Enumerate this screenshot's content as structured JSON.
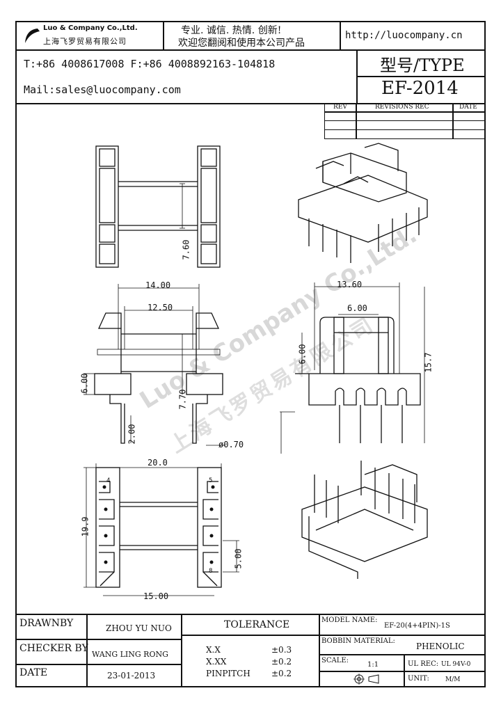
{
  "header": {
    "company_en": "Luo & Company Co.,Ltd.",
    "company_cn": "上海飞罗贸易有限公司",
    "slogan_line1": "专业. 诚信. 热情. 创新!",
    "slogan_line2": "欢迎您翻阅和使用本公司产品",
    "website": "http://luocompany.cn",
    "phone_fax": "T:+86 4008617008 F:+86 4008892163-104818",
    "mail": "Mail:sales@luocompany.com",
    "type_label": "型号/TYPE",
    "type_value": "EF-2014"
  },
  "revisions": {
    "col_rev": "REV",
    "col_rec": "REVISIONS REC",
    "col_date": "DATE"
  },
  "watermark": {
    "en": "Luo & Company Co.,Ltd.",
    "cn": "上海飞罗贸易有限公司"
  },
  "dimensions": {
    "H": "7.60",
    "F": "14.00",
    "E": "12.50",
    "J": "6.00",
    "H2": "7.70",
    "K": "2.00",
    "C": "ø0.70",
    "I": "13.60",
    "G_top": "6.00",
    "G_side": "6.00",
    "D": "15.7",
    "M": "20.0",
    "N": "19.9",
    "B": "5.00",
    "A": "15.00",
    "pin4": "4",
    "pin5": "5",
    "pin8": "8"
  },
  "title_block": {
    "drawnby_label": "DRAWNBY",
    "drawnby_value": "ZHOU YU NUO",
    "checker_label": "CHECKER BY",
    "checker_value": "WANG LING RONG",
    "date_label": "DATE",
    "date_value": "23-01-2013",
    "tolerance_label": "TOLERANCE",
    "tol_xx_label": "X.X",
    "tol_xx_value": "±0.3",
    "tol_xxx_label": "X.XX",
    "tol_xxx_value": "±0.2",
    "tol_pin_label": "PINPITCH",
    "tol_pin_value": "±0.2",
    "model_label": "MODEL NAME:",
    "model_value": "EF-20(4+4PIN)-1S",
    "bobbin_label": "BOBBIN MATERIAL:",
    "bobbin_value": "PHENOLIC",
    "scale_label": "SCALE:",
    "scale_value": "1:1",
    "ul_label": "UL REC:",
    "ul_value": "UL 94V-0",
    "unit_label": "UNIT:",
    "unit_value": "M/M"
  }
}
